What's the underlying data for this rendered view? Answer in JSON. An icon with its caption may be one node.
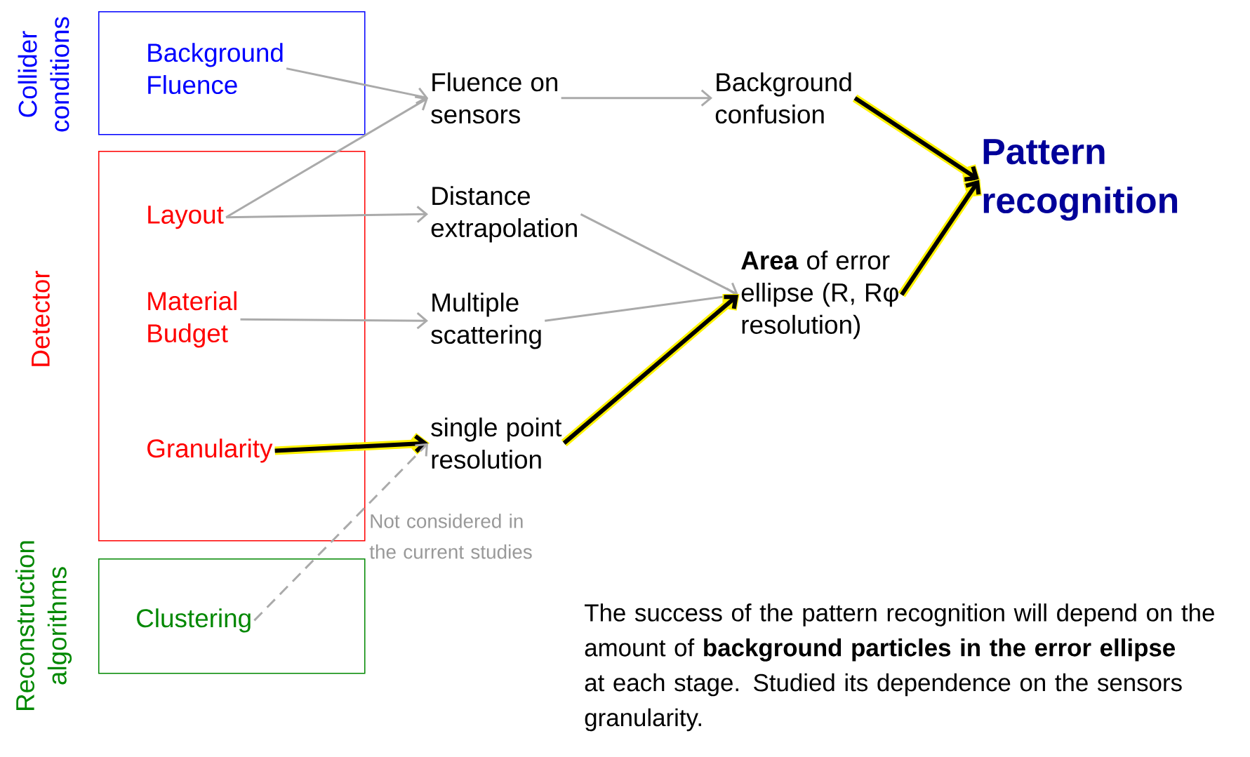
{
  "diagram": {
    "nodes": [
      {
        "text": [
          "Collider conditions"
        ]
      },
      {
        "text": [
          "Background Fluence"
        ],
        "in": 0
      },
      {
        "text": [
          "Detector"
        ]
      },
      {
        "text": [
          "Layout"
        ],
        "in": 2
      },
      {
        "text": [
          "Material Budget"
        ],
        "in": 2
      },
      {
        "text": [
          "Granularity"
        ],
        "in": 2
      },
      {
        "text": [
          "Reconstruction algorithms"
        ]
      },
      {
        "text": [
          "Clustering"
        ],
        "in": 6
      },
      {
        "text": [
          "Fluence on sensors"
        ]
      },
      {
        "text": [
          "Distance extrapolation"
        ]
      },
      {
        "text": [
          "Multiple scattering"
        ]
      },
      {
        "text": [
          "single point resolution"
        ]
      },
      {
        "text": [
          "Background confusion"
        ]
      },
      {
        "text": [
          "**Area** of error ellipse (R, Rφ resolution)"
        ]
      },
      {
        "text": [
          "Pattern recognition"
        ]
      }
    ],
    "edges": [
      {
        "from": 1,
        "to": 8,
        "arrow": "to"
      },
      {
        "from": 3,
        "to": 8,
        "arrow": "to"
      },
      {
        "from": 3,
        "to": 9,
        "arrow": "to"
      },
      {
        "from": 4,
        "to": 10,
        "arrow": "to"
      },
      {
        "from": 5,
        "to": 11,
        "arrow": "to",
        "style": "thick",
        "color": "#000000"
      },
      {
        "from": 7,
        "to": 11,
        "arrow": "to",
        "style": "dashed"
      },
      {
        "from": 8,
        "to": 12,
        "arrow": "to"
      },
      {
        "from": 9,
        "to": 13,
        "arrow": "to"
      },
      {
        "from": 10,
        "to": 13,
        "arrow": "to"
      },
      {
        "from": 11,
        "to": 13,
        "arrow": "to",
        "style": "thick",
        "color": "#000000"
      },
      {
        "from": 12,
        "to": 14,
        "arrow": "to",
        "style": "thick",
        "color": "#000000"
      },
      {
        "from": 13,
        "to": 14,
        "arrow": "to",
        "style": "thick",
        "color": "#000000"
      }
    ],
    "labels": [
      "Not considered in the current studies",
      "The success of the pattern recognition will depend on the amount of **background particles in the error ellipse** at each stage. Studied its dependence on the sensors granularity."
    ]
  }
}
